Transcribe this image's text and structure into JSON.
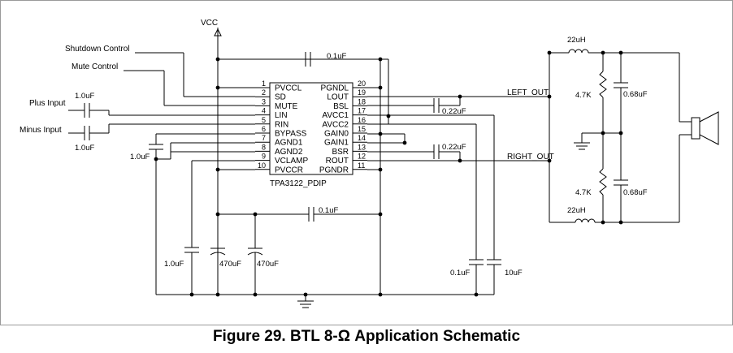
{
  "supply": {
    "label": "VCC"
  },
  "controls": {
    "shutdown": "Shutdown Control",
    "mute": "Mute Control"
  },
  "inputs": {
    "plus": "Plus Input",
    "minus": "Minus Input"
  },
  "ic": {
    "part": "TPA3122_PDIP",
    "left_pins": [
      {
        "num": "1",
        "name": "PVCCL"
      },
      {
        "num": "2",
        "name": "SD"
      },
      {
        "num": "3",
        "name": "MUTE"
      },
      {
        "num": "4",
        "name": "LIN"
      },
      {
        "num": "5",
        "name": "RIN"
      },
      {
        "num": "6",
        "name": "BYPASS"
      },
      {
        "num": "7",
        "name": "AGND1"
      },
      {
        "num": "8",
        "name": "AGND2"
      },
      {
        "num": "9",
        "name": "VCLAMP"
      },
      {
        "num": "10",
        "name": "PVCCR"
      }
    ],
    "right_pins": [
      {
        "num": "20",
        "name": "PGNDL"
      },
      {
        "num": "19",
        "name": "LOUT"
      },
      {
        "num": "18",
        "name": "BSL"
      },
      {
        "num": "17",
        "name": "AVCC1"
      },
      {
        "num": "16",
        "name": "AVCC2"
      },
      {
        "num": "15",
        "name": "GAIN0"
      },
      {
        "num": "14",
        "name": "GAIN1"
      },
      {
        "num": "13",
        "name": "BSR"
      },
      {
        "num": "12",
        "name": "ROUT"
      },
      {
        "num": "11",
        "name": "PGNDR"
      }
    ]
  },
  "components": {
    "c_top": "0.1uF",
    "c_in_plus": "1.0uF",
    "c_in_minus": "1.0uF",
    "c_bypass": "1.0uF",
    "c_bsl": "0.22uF",
    "c_bsr": "0.22uF",
    "c_mid": "0.1uF",
    "c_vclamp": "1.0uF",
    "c_bulk1": "470uF",
    "c_bulk2": "470uF",
    "c_dec1": "0.1uF",
    "c_dec2": "10uF",
    "l_top": "22uH",
    "l_bot": "22uH",
    "r_top": "4.7K",
    "r_bot": "4.7K",
    "c_out_top": "0.68uF",
    "c_out_bot": "0.68uF"
  },
  "nets": {
    "left_out": "LEFT_OUT",
    "right_out": "RIGHT_OUT"
  },
  "caption": "Figure 29. BTL 8-Ω Application Schematic"
}
